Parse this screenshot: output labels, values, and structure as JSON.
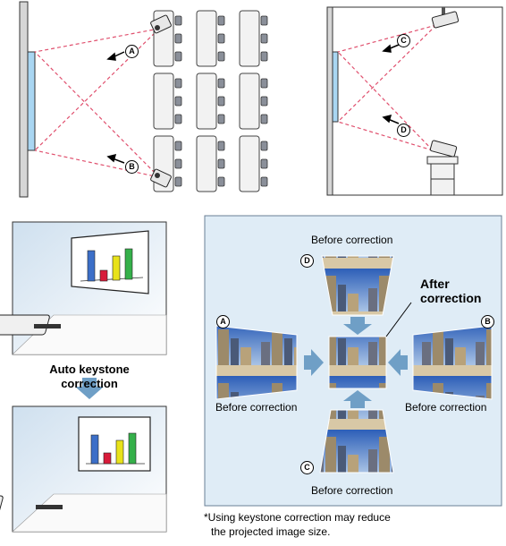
{
  "markers": {
    "a": "A",
    "b": "B",
    "c": "C",
    "d": "D"
  },
  "auto_keystone": "Auto keystone\ncorrection",
  "before_top": "Before correction",
  "before_left": "Before correction",
  "before_right": "Before correction",
  "before_bottom": "Before correction",
  "after_correction": "After\ncorrection",
  "footnote_line1": "*Using keystone correction may reduce",
  "footnote_line2": "the projected image size.",
  "colors": {
    "screen_blue": "#a9d6f2",
    "beam_red": "#e0506e",
    "panel_blue": "#dfecf6",
    "arrow_blue": "#6f9fc6"
  }
}
